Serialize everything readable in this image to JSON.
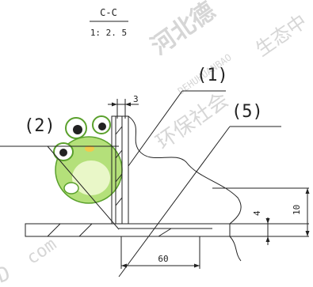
{
  "section": {
    "title": "C-C",
    "scale": "1: 2. 5"
  },
  "callouts": {
    "c1": "(1)",
    "c2": "(2)",
    "c5": "(5)"
  },
  "dimensions": {
    "top_width": "3",
    "bottom_width": "60",
    "right_small": "4",
    "right_large": "10"
  },
  "watermark": {
    "line1": "河北德",
    "line2": "生态中",
    "line3": "环保社会",
    "latin1": "DEHUHUANBAO",
    "latin2": "com",
    "latin3": "D",
    "colors": {
      "text": "#d8d8d8"
    }
  },
  "colors": {
    "line": "#222222",
    "frog_light": "#b4e07a",
    "frog_dark": "#5aa02c",
    "frog_belly": "#e9f7c8"
  }
}
